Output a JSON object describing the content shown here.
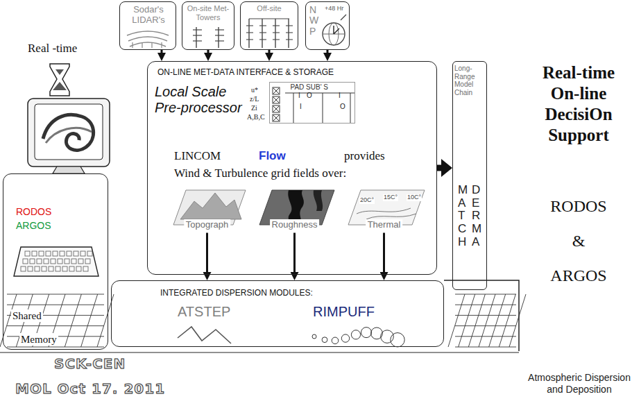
{
  "diagram": {
    "title": "Real-time On-line DecisiOn Support",
    "nodes": [
      {
        "text": [
          "Sodar's LIDAR's"
        ]
      },
      {
        "text": [
          "On-site Met-Towers"
        ]
      },
      {
        "text": [
          "Off-site"
        ]
      },
      {
        "text": [
          "N W P",
          "+48 Hr"
        ]
      },
      {
        "text": [
          "ON-LINE MET-DATA INTERFACE & STORAGE",
          "Local Scale Pre-processor",
          "LINCOM",
          "Flow",
          "provides Wind & Turbulence grid fields over:"
        ]
      },
      {
        "text": [
          "PAD SUB' S"
        ],
        "in": 4
      },
      {
        "text": [
          "Topograph"
        ],
        "in": 4
      },
      {
        "text": [
          "Roughness"
        ],
        "in": 4
      },
      {
        "text": [
          "Thermal"
        ],
        "in": 4
      },
      {
        "text": [
          "INTEGRATED DISPERSION MODULES:",
          "ATSTEP",
          "RIMPUFF"
        ]
      },
      {
        "text": [
          "Long-Range Model Chain",
          "MATCH",
          "DERMA"
        ]
      },
      {
        "text": [
          "RODOS",
          "ARGOS"
        ]
      }
    ],
    "edges": [
      {
        "from": 0,
        "to": 4,
        "arrow": "to"
      },
      {
        "from": 1,
        "to": 4,
        "arrow": "to"
      },
      {
        "from": 2,
        "to": 4,
        "arrow": "to"
      },
      {
        "from": 3,
        "to": 4,
        "arrow": "to"
      },
      {
        "from": 4,
        "to": 10,
        "arrow": "to"
      },
      {
        "from": 6,
        "to": 9,
        "arrow": "to"
      },
      {
        "from": 7,
        "to": 9,
        "arrow": "to"
      },
      {
        "from": 8,
        "to": 9,
        "arrow": "to"
      }
    ],
    "labels": [
      "Real -time",
      "Shared",
      "Memory",
      "u*",
      "z/L",
      "Zi",
      "A,B,C",
      "I",
      "O",
      "I",
      "I",
      "O",
      "20C°",
      "15C°",
      "10C°",
      "RODOS",
      "&",
      "ARGOS",
      "SCK-CEN",
      "MOL Oct 17. 2011",
      "Atmospheric Dispersion and Deposition"
    ]
  }
}
